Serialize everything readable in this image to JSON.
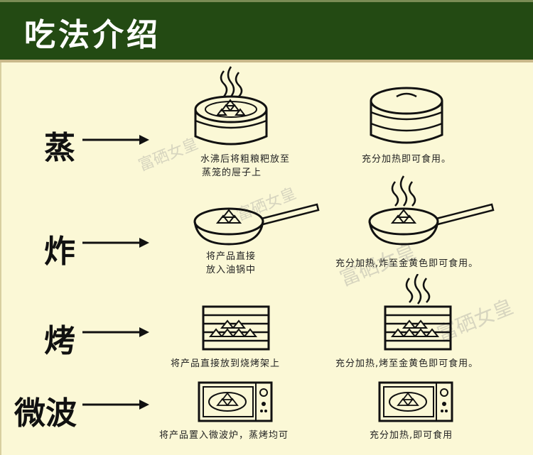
{
  "header": {
    "title": "吃法介绍"
  },
  "watermark": "富硒女皇",
  "methods": [
    {
      "name": "蒸",
      "step1": "水沸后将粗粮粑放至",
      "step1b": "蒸笼的屉子上",
      "step2": "充分加热即可食用。"
    },
    {
      "name": "炸",
      "step1": "将产品直接",
      "step1b": "放入油锅中",
      "step2": "充分加热,炸至金黄色即可食用。"
    },
    {
      "name": "烤",
      "step1": "将产品直接放到烧烤架上",
      "step2": "充分加热,烤至金黄色即可食用。"
    },
    {
      "name": "微波",
      "step1": "将产品置入微波炉，蒸烤均可",
      "step2": "充分加热,即可食用"
    }
  ]
}
